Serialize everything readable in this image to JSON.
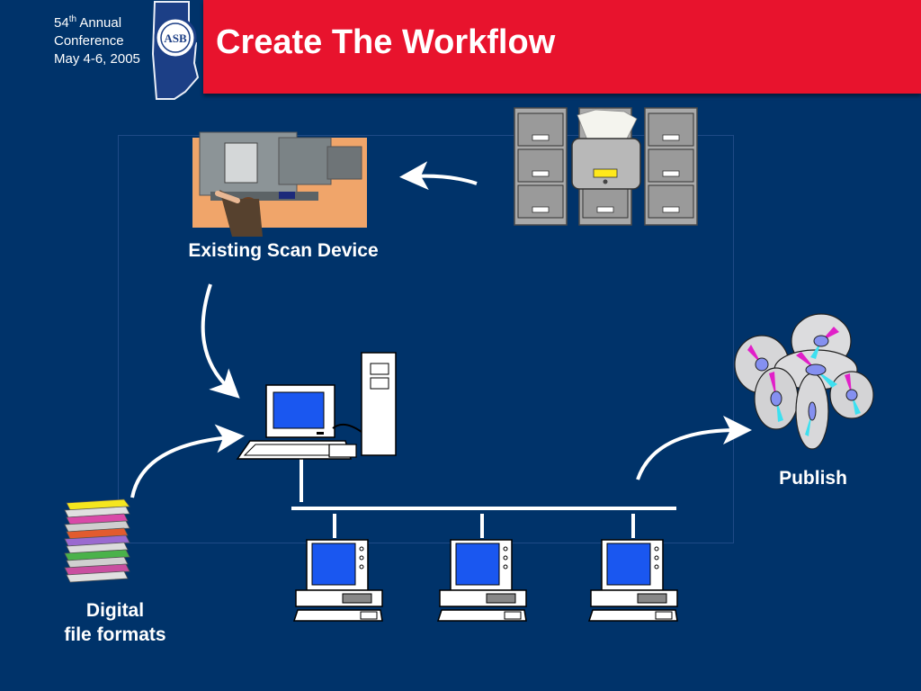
{
  "header": {
    "conf_number": "54",
    "conf_suffix": "th",
    "conf_word": " Annual",
    "conf_line2": "Conference",
    "conf_line3": "May 4-6, 2005",
    "title": "Create The Workflow",
    "logo_text": "ASB"
  },
  "labels": {
    "scan_device": "Existing Scan Device",
    "publish": "Publish",
    "digital_line1": "Digital",
    "digital_line2": "file formats"
  },
  "colors": {
    "background": "#00336a",
    "title_bar": "#e8132d",
    "screen": "#1a57f0"
  },
  "icons": [
    "filing-cabinets-icon",
    "scanner-icon",
    "workstation-icon",
    "network-computer-icon",
    "cd-stack-icon",
    "document-stack-icon"
  ]
}
